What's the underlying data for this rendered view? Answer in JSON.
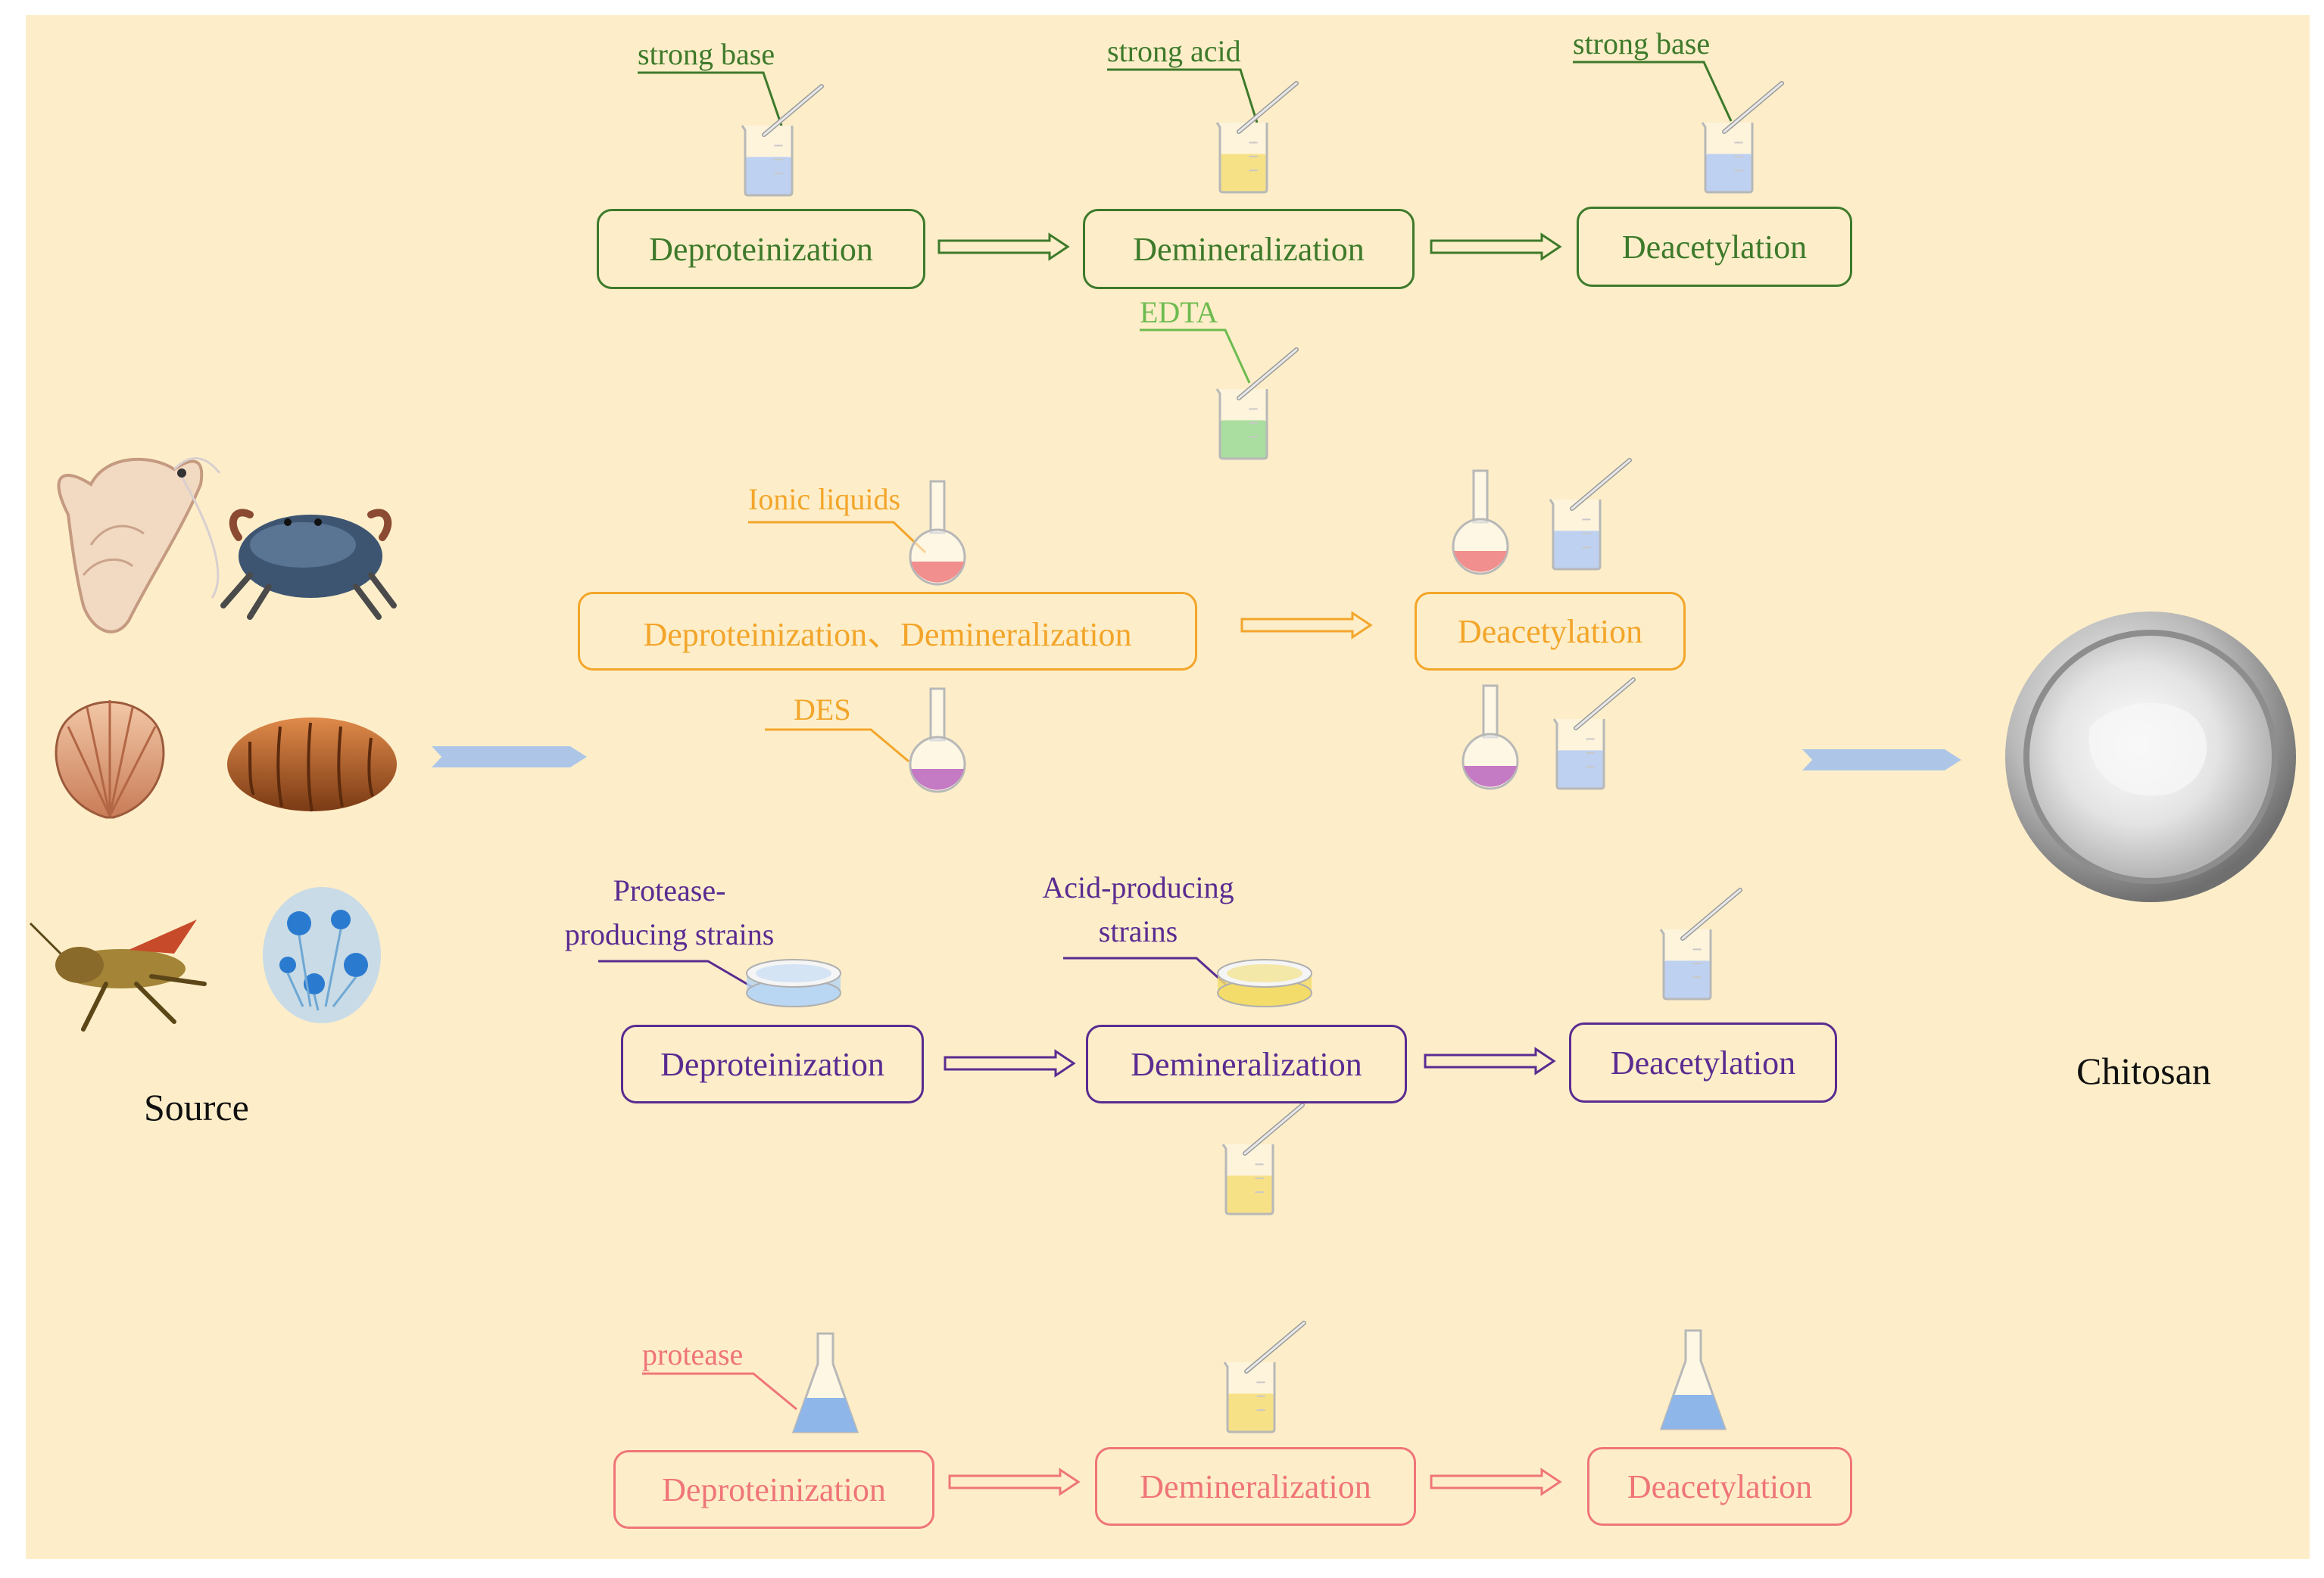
{
  "colors": {
    "background": "#fdeec9",
    "chemical_route": "#3e7a2b",
    "green_solvent_route": "#f3a52a",
    "microbial_route": "#5a2b91",
    "enzymatic_route": "#ef7578",
    "big_arrow": "#adc6e8",
    "liquid_base": "#9bb8ea",
    "liquid_acid": "#f3d247",
    "liquid_edta": "#7ccc6e",
    "liquid_ionic": "#f08f8d",
    "liquid_des": "#c57ac4"
  },
  "source": {
    "label": "Source",
    "items": [
      "shrimp",
      "crab",
      "scallop-shell",
      "silkworm-pupa",
      "grasshopper",
      "fungus"
    ]
  },
  "product": {
    "label": "Chitosan"
  },
  "routes": {
    "chemical": {
      "steps": [
        "Deproteinization",
        "Demineralization",
        "Deacetylation"
      ],
      "reagents": {
        "r1": "strong base",
        "r2": "strong acid",
        "r3": "strong base",
        "r4": "EDTA"
      }
    },
    "green": {
      "steps": [
        "Deproteinization、Demineralization",
        "Deacetylation"
      ],
      "reagents": {
        "r1": "Ionic liquids",
        "r2": "DES"
      }
    },
    "microbial": {
      "steps": [
        "Deproteinization",
        "Demineralization",
        "Deacetylation"
      ],
      "reagents": {
        "r1_line1": "Protease-",
        "r1_line2": "producing  strains",
        "r2_line1": "Acid-producing",
        "r2_line2": "strains"
      }
    },
    "enzymatic": {
      "steps": [
        "Deproteinization",
        "Demineralization",
        "Deacetylation"
      ],
      "reagents": {
        "r1": "protease"
      }
    }
  }
}
